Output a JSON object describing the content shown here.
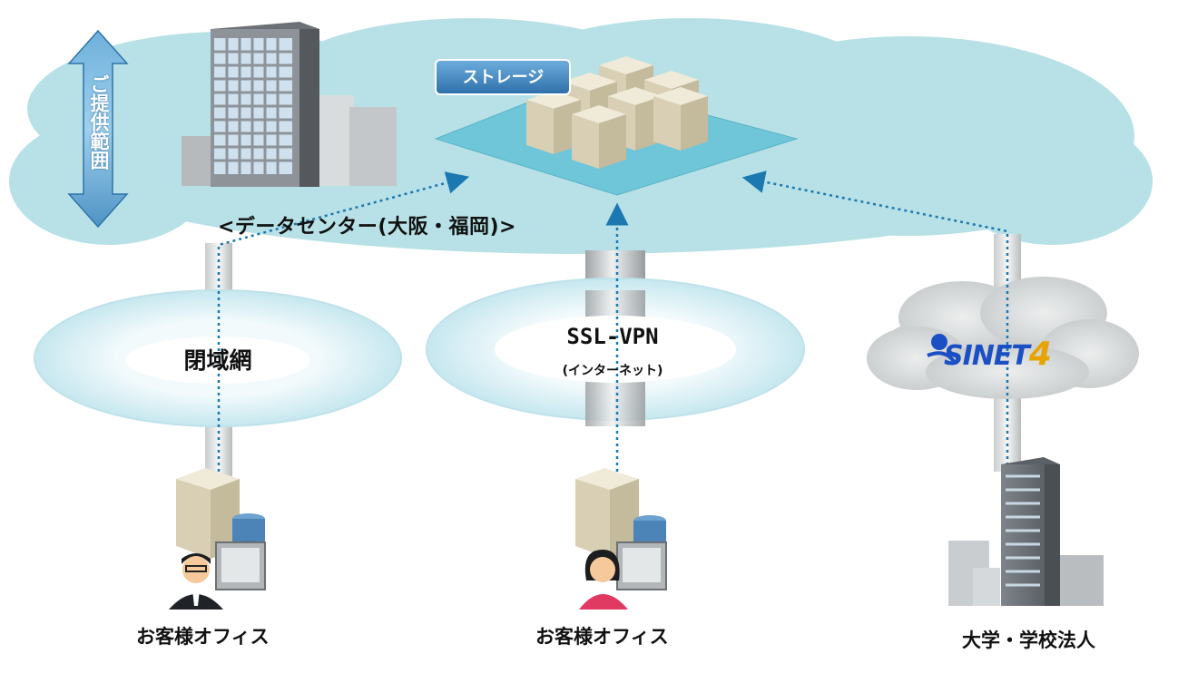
{
  "diagram": {
    "provision_range_label": "ご提供範囲",
    "storage_label": "ストレージ",
    "datacenter_label": "<データセンター(大阪・福岡)>",
    "networks": {
      "closed_network": "閉域網",
      "ssl_vpn": "SSL-VPN",
      "ssl_vpn_sub": "(インターネット)",
      "sinet_logo": "SINET",
      "sinet_logo_suffix": "4"
    },
    "endpoints": {
      "office_left": "お客様オフィス",
      "office_center": "お客様オフィス",
      "university": "大学・学校法人"
    },
    "colors": {
      "cloud": "#b7e1e6",
      "storage_platform": "#6ec6d8",
      "ellipse": "#d6eef4",
      "arrow": "#1b78b0",
      "sinet_blue": "#1b4fc4",
      "sinet_gold": "#e7a300"
    }
  }
}
